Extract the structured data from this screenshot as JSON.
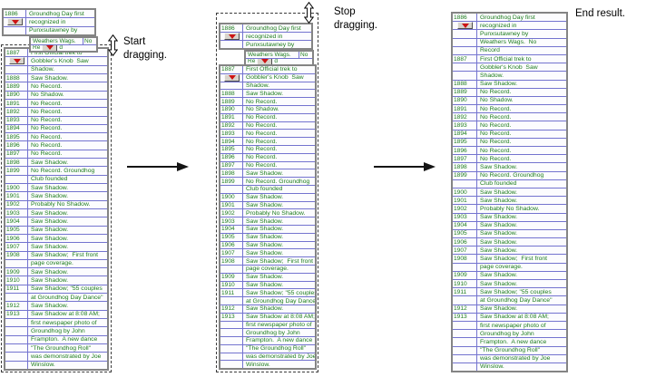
{
  "captions": {
    "start": "Start\ndragging.",
    "stop": "Stop\ndragging.",
    "end": "End result."
  },
  "ghost": {
    "rows": [
      {
        "y": "1886",
        "t": "Groundhog Day first"
      },
      {
        "y": "",
        "t": "recognized in",
        "dd": true
      },
      {
        "y": "",
        "t": "Punxsutawney by"
      }
    ],
    "overlay": {
      "r1c1": "Weathers Wags.",
      "r1c2": "No",
      "r2_left": "Re",
      "r2_right": "d"
    }
  },
  "list_rows": [
    {
      "y": "1887",
      "t": "First Official trek to"
    },
    {
      "y": "",
      "t": "Gobbler's Knob  Saw",
      "dd": true
    },
    {
      "y": "",
      "t": "Shadow."
    },
    {
      "y": "1888",
      "t": "Saw Shadow."
    },
    {
      "y": "1889",
      "t": "No Record."
    },
    {
      "y": "1890",
      "t": "No Shadow."
    },
    {
      "y": "1891",
      "t": "No Record."
    },
    {
      "y": "1892",
      "t": "No Record."
    },
    {
      "y": "1893",
      "t": "No Record."
    },
    {
      "y": "1894",
      "t": "No Record."
    },
    {
      "y": "1895",
      "t": "No Record."
    },
    {
      "y": "1896",
      "t": "No Record."
    },
    {
      "y": "1897",
      "t": "No Record."
    },
    {
      "y": "1898",
      "t": "Saw Shadow."
    },
    {
      "y": "1899",
      "t": "No Record. Groundhog"
    },
    {
      "y": "",
      "t": "Club founded"
    },
    {
      "y": "1900",
      "t": "Saw Shadow."
    },
    {
      "y": "1901",
      "t": "Saw Shadow."
    },
    {
      "y": "1902",
      "t": "Probably No Shadow."
    },
    {
      "y": "1903",
      "t": "Saw Shadow."
    },
    {
      "y": "1904",
      "t": "Saw Shadow."
    },
    {
      "y": "1905",
      "t": "Saw Shadow."
    },
    {
      "y": "1906",
      "t": "Saw Shadow."
    },
    {
      "y": "1907",
      "t": "Saw Shadow."
    },
    {
      "y": "1908",
      "t": "Saw Shadow;  First front"
    },
    {
      "y": "",
      "t": "page coverage."
    },
    {
      "y": "1909",
      "t": "Saw Shadow."
    },
    {
      "y": "1910",
      "t": "Saw Shadow."
    },
    {
      "y": "1911",
      "t": "Saw Shadow; \"55 couples"
    },
    {
      "y": "",
      "t": "at Groundhog Day Dance\""
    },
    {
      "y": "1912",
      "t": "Saw Shadow."
    },
    {
      "y": "1913",
      "t": "Saw Shadow at 8:08 AM;"
    },
    {
      "y": "",
      "t": "first newspaper photo of"
    },
    {
      "y": "",
      "t": "Groundhog by John"
    },
    {
      "y": "",
      "t": "Frampton.  A new dance"
    },
    {
      "y": "",
      "t": "\"The Groundhog Roll\""
    },
    {
      "y": "",
      "t": "was demonstrated by Joe"
    },
    {
      "y": "",
      "t": "Winslow."
    }
  ],
  "full_rows": [
    {
      "y": "1886",
      "t": "Groundhog Day first"
    },
    {
      "y": "",
      "t": "recognized in",
      "dd": true
    },
    {
      "y": "",
      "t": "Punxsutawney by"
    },
    {
      "y": "",
      "t": "Weathers Wags.  No"
    },
    {
      "y": "",
      "t": "Record"
    },
    {
      "y": "1887",
      "t": "First Official trek to"
    },
    {
      "y": "",
      "t": "Gobbler's Knob  Saw"
    },
    {
      "y": "",
      "t": "Shadow."
    },
    {
      "y": "1888",
      "t": "Saw Shadow."
    },
    {
      "y": "1889",
      "t": "No Record."
    },
    {
      "y": "1890",
      "t": "No Shadow."
    },
    {
      "y": "1891",
      "t": "No Record."
    },
    {
      "y": "1892",
      "t": "No Record."
    },
    {
      "y": "1893",
      "t": "No Record."
    },
    {
      "y": "1894",
      "t": "No Record."
    },
    {
      "y": "1895",
      "t": "No Record."
    },
    {
      "y": "1896",
      "t": "No Record."
    },
    {
      "y": "1897",
      "t": "No Record."
    },
    {
      "y": "1898",
      "t": "Saw Shadow."
    },
    {
      "y": "1899",
      "t": "No Record. Groundhog"
    },
    {
      "y": "",
      "t": "Club founded"
    },
    {
      "y": "1900",
      "t": "Saw Shadow."
    },
    {
      "y": "1901",
      "t": "Saw Shadow."
    },
    {
      "y": "1902",
      "t": "Probably No Shadow."
    },
    {
      "y": "1903",
      "t": "Saw Shadow."
    },
    {
      "y": "1904",
      "t": "Saw Shadow."
    },
    {
      "y": "1905",
      "t": "Saw Shadow."
    },
    {
      "y": "1906",
      "t": "Saw Shadow."
    },
    {
      "y": "1907",
      "t": "Saw Shadow."
    },
    {
      "y": "1908",
      "t": "Saw Shadow;  First front"
    },
    {
      "y": "",
      "t": "page coverage."
    },
    {
      "y": "1909",
      "t": "Saw Shadow."
    },
    {
      "y": "1910",
      "t": "Saw Shadow."
    },
    {
      "y": "1911",
      "t": "Saw Shadow; \"55 couples"
    },
    {
      "y": "",
      "t": "at Groundhog Day Dance\""
    },
    {
      "y": "1912",
      "t": "Saw Shadow."
    },
    {
      "y": "1913",
      "t": "Saw Shadow at 8:08 AM;"
    },
    {
      "y": "",
      "t": "first newspaper photo of"
    },
    {
      "y": "",
      "t": "Groundhog by John"
    },
    {
      "y": "",
      "t": "Frampton.  A new dance"
    },
    {
      "y": "",
      "t": "\"The Groundhog Roll\""
    },
    {
      "y": "",
      "t": "was demonstrated by Joe"
    },
    {
      "y": "",
      "t": "Winslow."
    }
  ],
  "colors": {
    "text_green": "#1e7d1e",
    "grid_blue": "#7373cf",
    "border_gray": "#848484",
    "arrow_red": "#cc1414"
  }
}
